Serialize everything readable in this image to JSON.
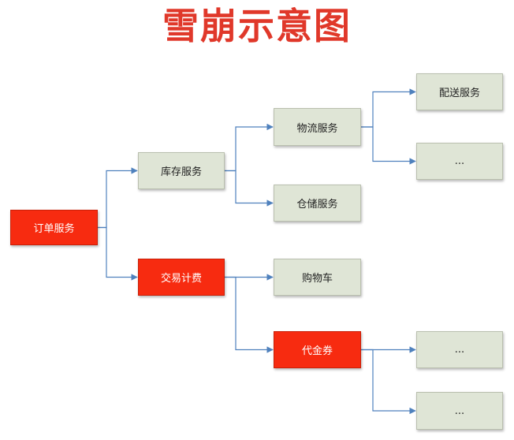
{
  "title": "雪崩示意图",
  "colors": {
    "title": "#e0382a",
    "failed_node": "#f72b10",
    "normal_node": "#dfe5d6",
    "connector": "#4f81bd"
  },
  "nodes": {
    "order_service": {
      "label": "订单服务",
      "status": "failed"
    },
    "inventory_service": {
      "label": "库存服务",
      "status": "normal"
    },
    "trade_billing": {
      "label": "交易计费",
      "status": "failed"
    },
    "logistics_service": {
      "label": "物流服务",
      "status": "normal"
    },
    "warehouse_service": {
      "label": "仓储服务",
      "status": "normal"
    },
    "shopping_cart": {
      "label": "购物车",
      "status": "normal"
    },
    "voucher": {
      "label": "代金券",
      "status": "failed"
    },
    "delivery_service": {
      "label": "配送服务",
      "status": "normal"
    },
    "logistics_more": {
      "label": "...",
      "status": "normal"
    },
    "voucher_more_1": {
      "label": "...",
      "status": "normal"
    },
    "voucher_more_2": {
      "label": "...",
      "status": "normal"
    }
  },
  "edges": [
    [
      "order_service",
      "inventory_service"
    ],
    [
      "order_service",
      "trade_billing"
    ],
    [
      "inventory_service",
      "logistics_service"
    ],
    [
      "inventory_service",
      "warehouse_service"
    ],
    [
      "trade_billing",
      "shopping_cart"
    ],
    [
      "trade_billing",
      "voucher"
    ],
    [
      "logistics_service",
      "delivery_service"
    ],
    [
      "logistics_service",
      "logistics_more"
    ],
    [
      "voucher",
      "voucher_more_1"
    ],
    [
      "voucher",
      "voucher_more_2"
    ]
  ]
}
